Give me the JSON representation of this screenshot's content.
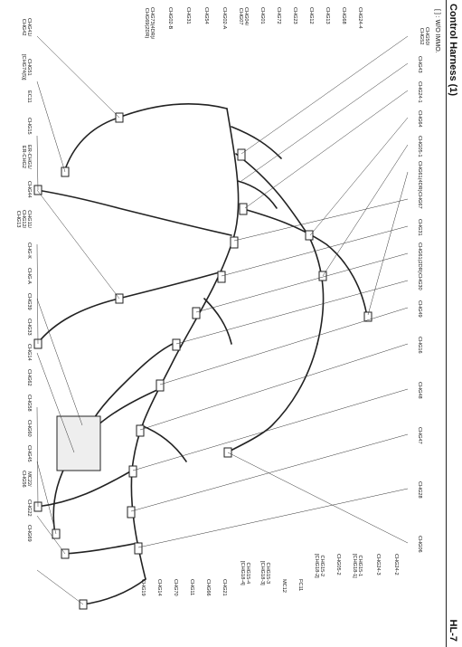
{
  "header": {
    "title": "Control Harness (1)",
    "page_number": "HL-7",
    "legend": "[   ] : W/O IMMO."
  },
  "labels": {
    "ch050_ch052": "CHG50/\nCHG52",
    "ch043": "CHG43",
    "ch024_1": "CHG24-1",
    "ch064": "CHG64",
    "ch005_1": "CHG05-1",
    "ch061": "CHG61(4DR)",
    "ch067": "CHG67",
    "ch031": "CHG31",
    "ch061_2dr": "CHG61(2DR)",
    "ch030": "CHG30",
    "ch049": "CHG49",
    "ch016": "CHG16",
    "ch048": "CHG48",
    "ch047": "CHG47",
    "ch028": "CHG28",
    "ch006": "CHG06",
    "ch024_2": "CHG24-2",
    "ch024_3": "CHG24-3",
    "ch015_1": "CHG15-1\n[CHG18-1]",
    "ch005_2": "CHG05-2",
    "ch015_2": "CHG15-2\n[CHG18-2]",
    "fc11": "FC11",
    "mc12": "MC12",
    "ch015_3": "CHG15-3\n[CHG18-3]",
    "ch015_4": "CHG15-4\n[CHG18-4]",
    "ch021": "CHG21",
    "ch066": "CHG66",
    "ch011": "CHG11",
    "ch070": "CHG70",
    "ch014": "CHG14",
    "ch019": "CHG19",
    "ch024_4": "CHG24-4",
    "ch068": "CHG68",
    "ch013": "CHG13",
    "ch012": "CHG12",
    "ch023": "CHG23",
    "ch072": "CHG72",
    "ch001": "CHG01",
    "ch004_ch007": "CHG04/\nCHG07",
    "ch002_a": "CHG02-A",
    "ch054": "CHG54",
    "ch031b": "CHG31",
    "ch002_b": "CHG02-B",
    "ch073_ch069": "CHG73(4DR)/\nCHG69(2DR)",
    "ch041_ch042": "CHG41/\nCHG42",
    "ch051": "CHG51\n[CHG74(5)]",
    "ec11": "EC11",
    "ch015": "CHG15",
    "er_ch01": "ER-CHG1/\nER-CHG2",
    "ch044": "CHG44",
    "ch011_12_13": "CHG11/\nCHG12/\nCHG13",
    "ch0_k": "CHG-K",
    "ch0_a": "CHG-A",
    "ch039": "CHG39",
    "ch033": "CHG33",
    "ch014b": "CHG14",
    "ch062": "CHG62",
    "ch058": "CHG58",
    "ch060": "CHG60",
    "ch045": "CHG45",
    "ch222": "MC22/\nCHG56",
    "ch022": "CHG22",
    "ch069": "CHG69"
  }
}
